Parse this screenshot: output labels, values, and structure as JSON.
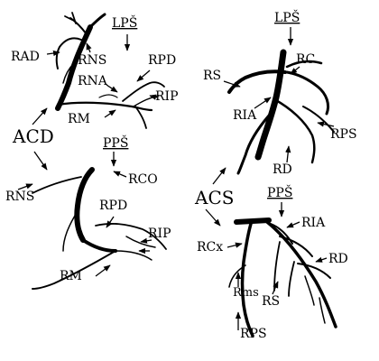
{
  "views": {
    "acd_lps": "LPŠ",
    "acd_pps": "PPŠ",
    "acs_lps": "LPŠ",
    "acs_pps": "PPŠ"
  },
  "groups": {
    "acd": "ACD",
    "acs": "ACS"
  },
  "labels": {
    "rad": "RAD",
    "rns_top": "RNS",
    "rpd_top": "RPD",
    "rna": "RNA",
    "rip_top": "RIP",
    "rm_top": "RM",
    "rco": "RCO",
    "rns_bottom": "RNS",
    "rpd_bottom": "RPD",
    "rip_bottom": "RIP",
    "rm_bottom": "RM",
    "rs_top": "RS",
    "rc": "RC",
    "ria_top": "RIA",
    "rps_top": "RPS",
    "rd_top": "RD",
    "ria_bottom": "RIA",
    "rcx": "RCx",
    "rd_bottom": "RD",
    "rms": "Rms",
    "rs_bottom": "RS",
    "rps_bottom": "RPS"
  }
}
